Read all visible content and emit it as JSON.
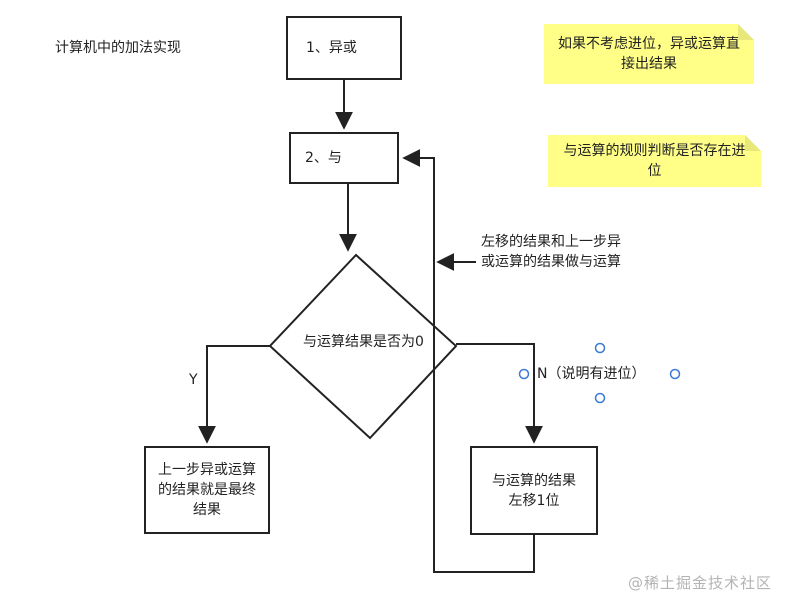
{
  "diagram": {
    "title": "计算机中的加法实现",
    "steps": {
      "xor": "1、异或",
      "and": "2、与",
      "decision": "与运算结果是否为0",
      "result": "上一步异或运算的结果就是最终结果",
      "shift": "与运算的结果左移1位"
    },
    "branch_labels": {
      "yes": "Y",
      "no": "N（说明有进位）"
    },
    "loop_annotation": "左移的结果和上一步异或运算的结果做与运算",
    "notes": {
      "xor_note": "如果不考虑进位，异或运算直接出结果",
      "and_note": "与运算的规则判断是否存在进位"
    },
    "note_color": "#ffff88",
    "handle_color": "#3a7bd5"
  },
  "watermark": "@稀土掘金技术社区"
}
